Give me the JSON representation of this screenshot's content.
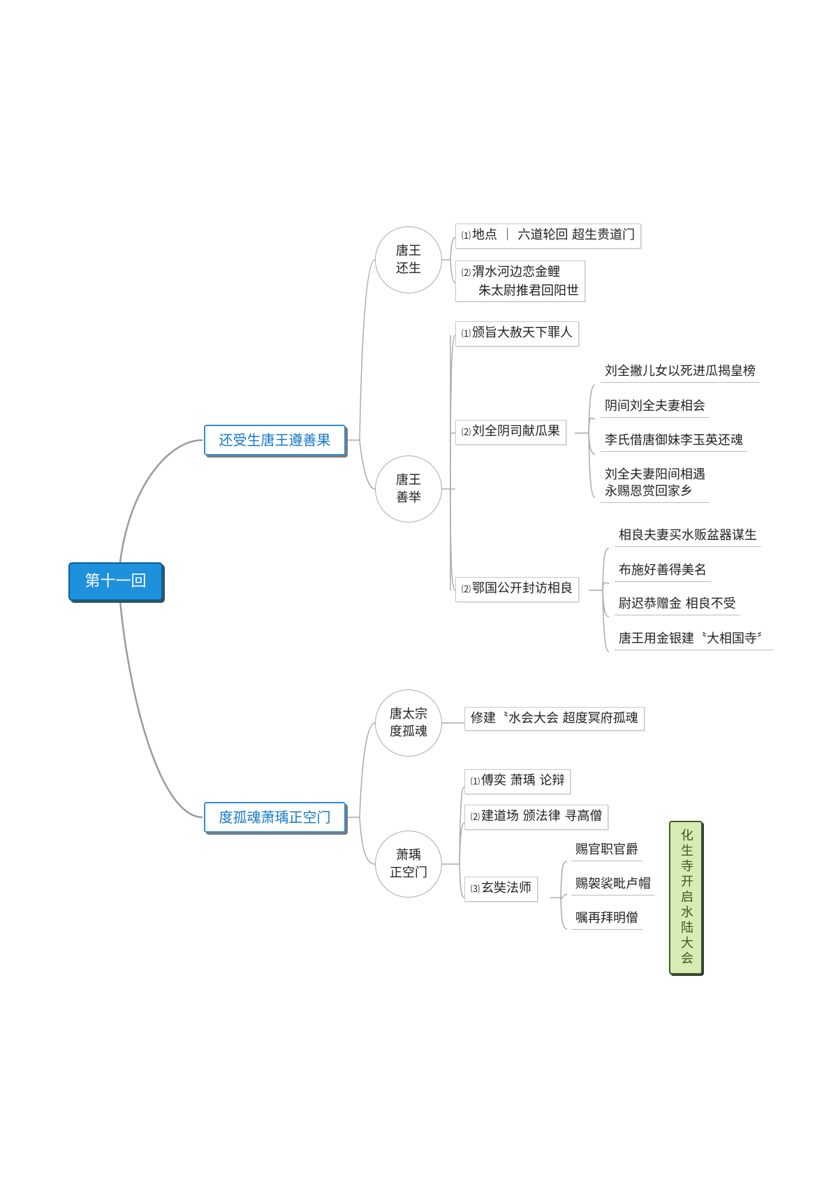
{
  "root": {
    "label": "第十一回"
  },
  "branches": [
    {
      "label": "还受生唐王遵善果",
      "groups": [
        {
          "title": [
            "唐王",
            "还生"
          ],
          "items": [
            {
              "num": "⑴",
              "lines": [
                "地点 ｜ 六道轮回 超生贵道门"
              ]
            },
            {
              "num": "⑵",
              "lines": [
                "渭水河边恋金鲤",
                "朱太尉推君回阳世"
              ]
            }
          ]
        },
        {
          "title": [
            "唐王",
            "善举"
          ],
          "items": [
            {
              "num": "⑴",
              "lines": [
                "颁旨大赦天下罪人"
              ]
            },
            {
              "num": "⑵",
              "lines": [
                "刘全阴司献瓜果"
              ],
              "leaves": [
                [
                  "刘全撇儿女以死进瓜揭皇榜"
                ],
                [
                  "阴间刘全夫妻相会"
                ],
                [
                  "李氏借唐御妹李玉英还魂"
                ],
                [
                  "刘全夫妻阳间相遇",
                  "永赐恩赏回家乡"
                ]
              ]
            },
            {
              "num": "⑵",
              "lines": [
                "鄂国公开封访相良"
              ],
              "leaves": [
                [
                  "相良夫妻买水贩盆器谋生"
                ],
                [
                  "布施好善得美名"
                ],
                [
                  "尉迟恭赠金 相良不受"
                ],
                [
                  "唐王用金银建〝大相国寺〞"
                ]
              ]
            }
          ]
        }
      ]
    },
    {
      "label": "度孤魂萧瑀正空门",
      "groups": [
        {
          "title": [
            "唐太宗",
            "度孤魂"
          ],
          "items": [
            {
              "num": "",
              "lines": [
                "修建〝水会大会 超度冥府孤魂"
              ]
            }
          ]
        },
        {
          "title": [
            "萧瑀",
            "正空门"
          ],
          "items": [
            {
              "num": "⑴",
              "lines": [
                "傅奕 萧瑀 论辩"
              ]
            },
            {
              "num": "⑵",
              "lines": [
                "建道场 颁法律 寻高僧"
              ]
            },
            {
              "num": "⑶",
              "lines": [
                "玄奘法师"
              ],
              "leaves": [
                [
                  "赐官职官爵"
                ],
                [
                  "赐袈裟毗卢帽"
                ],
                [
                  "嘱再拜明僧"
                ]
              ]
            }
          ]
        }
      ]
    }
  ],
  "summary": {
    "label": "化生寺开启水陆大会"
  },
  "colors": {
    "root_fill": "#1e90dc",
    "branch_text": "#1479c8",
    "summary_fill": "#d6ecb4",
    "connector": "#b0b0b0"
  }
}
